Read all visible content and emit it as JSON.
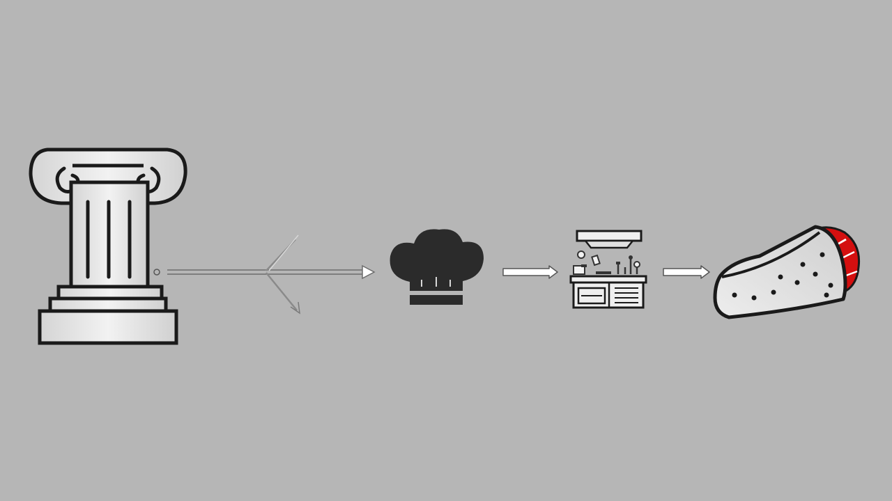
{
  "diagram": {
    "kind": "process-flow",
    "steps": [
      {
        "icon": "ionic-column-icon"
      },
      {
        "icon": "chef-hat-icon"
      },
      {
        "icon": "kitchen-station-icon"
      },
      {
        "icon": "burrito-icon"
      }
    ],
    "connectors": [
      {
        "from": "ionic-column-icon",
        "to": "chef-hat-icon",
        "style": "hand-drawn, forked"
      },
      {
        "from": "chef-hat-icon",
        "to": "kitchen-station-icon",
        "style": "outlined arrow"
      },
      {
        "from": "kitchen-station-icon",
        "to": "burrito-icon",
        "style": "outlined arrow"
      }
    ],
    "colors": {
      "background": "#b6b6b6",
      "ink": "#1a1a1a",
      "icon_fill": "#e6e6e6",
      "filling_red": "#d40f0f"
    }
  }
}
